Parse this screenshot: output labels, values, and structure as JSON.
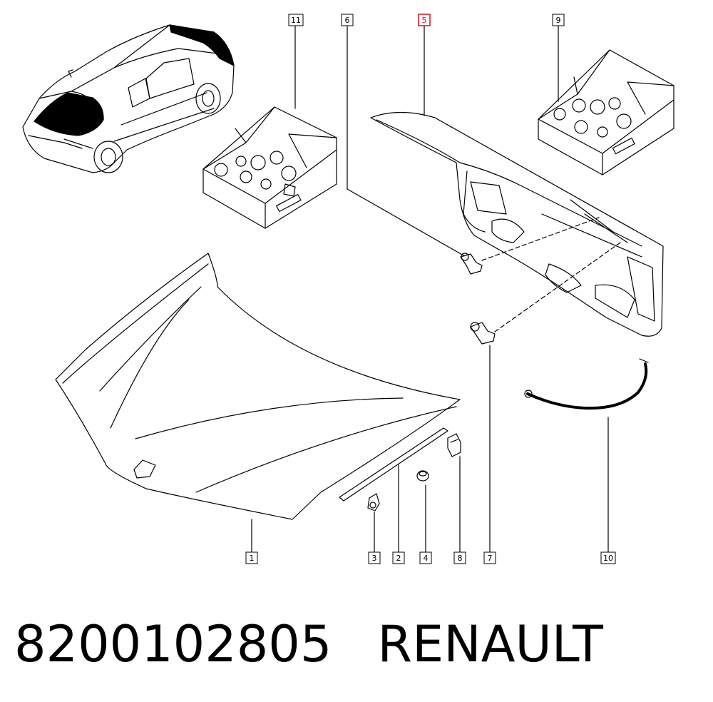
{
  "callouts": [
    {
      "number": "1"
    },
    {
      "number": "2"
    },
    {
      "number": "3"
    },
    {
      "number": "4"
    },
    {
      "number": "5",
      "highlighted": true
    },
    {
      "number": "6"
    },
    {
      "number": "7"
    },
    {
      "number": "8"
    },
    {
      "number": "9"
    },
    {
      "number": "10"
    },
    {
      "number": "11"
    }
  ],
  "caption": {
    "part_number": "8200102805",
    "brand": "RENAULT"
  },
  "colors": {
    "line": "#000000",
    "background": "#ffffff",
    "highlight": "#d9141b"
  }
}
